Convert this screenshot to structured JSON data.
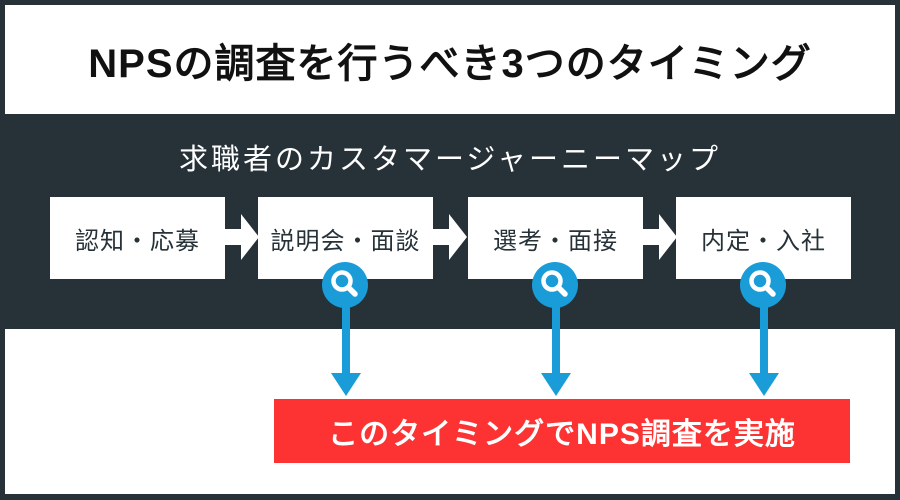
{
  "title": "NPSの調査を行うべき3つのタイミング",
  "journey": {
    "heading": "求職者のカスタマージャーニーマップ",
    "stages": [
      {
        "label": "認知・応募",
        "has_survey_point": false
      },
      {
        "label": "説明会・面談",
        "has_survey_point": true
      },
      {
        "label": "選考・面接",
        "has_survey_point": true
      },
      {
        "label": "内定・入社",
        "has_survey_point": true
      }
    ]
  },
  "callout": {
    "label": "このタイミングでNPS調査を実施"
  },
  "icons": {
    "survey_point": "magnifier-icon",
    "stage_connector": "block-arrow-right-icon",
    "callout_pointer": "arrow-down-icon"
  },
  "colors": {
    "dark_background": "#263238",
    "accent_blue": "#1A9CD8",
    "accent_red": "#FC3332",
    "box_background": "#ffffff",
    "title_text": "#111111"
  }
}
